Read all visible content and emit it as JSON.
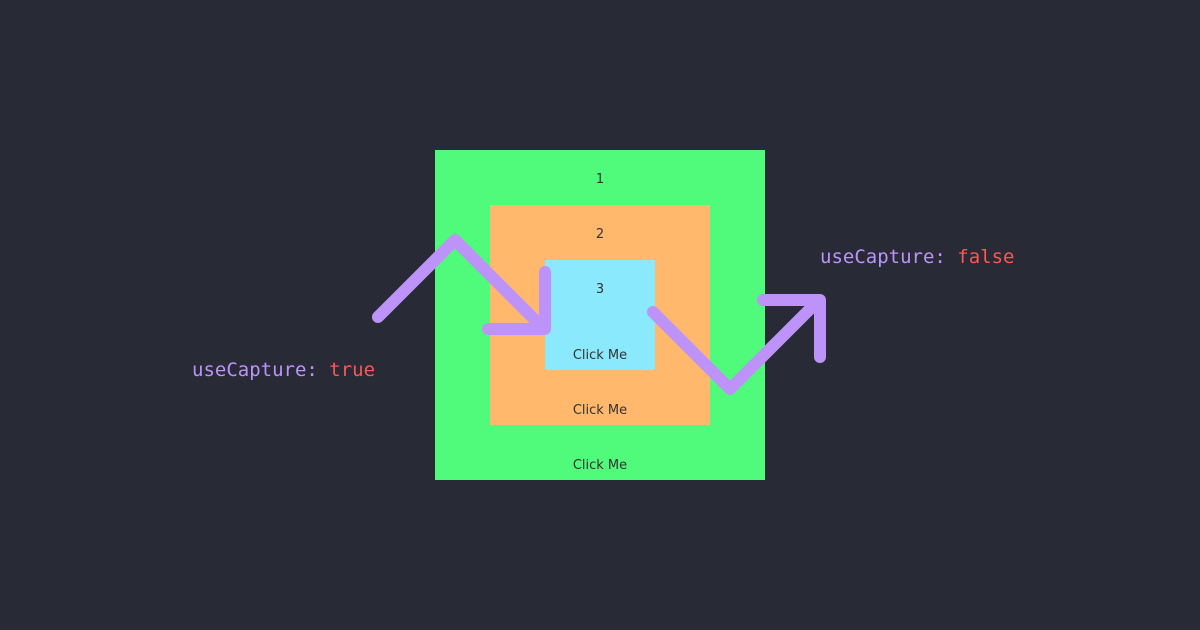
{
  "colors": {
    "background": "#282a36",
    "box_1": "#50fa7b",
    "box_2": "#ffb86c",
    "box_3": "#8be9fd",
    "box_text": "#333333",
    "arrow": "#bd93f9",
    "keyword": "#bd93f9",
    "value": "#ff5555"
  },
  "boxes": [
    {
      "number": "1",
      "button_label": "Click Me"
    },
    {
      "number": "2",
      "button_label": "Click Me"
    },
    {
      "number": "3",
      "button_label": "Click Me"
    }
  ],
  "capture_true": {
    "key": "useCapture:",
    "value": "true"
  },
  "capture_false": {
    "key": "useCapture:",
    "value": "false"
  },
  "arrows": [
    {
      "name": "capture-phase-arrow",
      "meaning": "down"
    },
    {
      "name": "bubble-phase-arrow",
      "meaning": "up"
    }
  ]
}
